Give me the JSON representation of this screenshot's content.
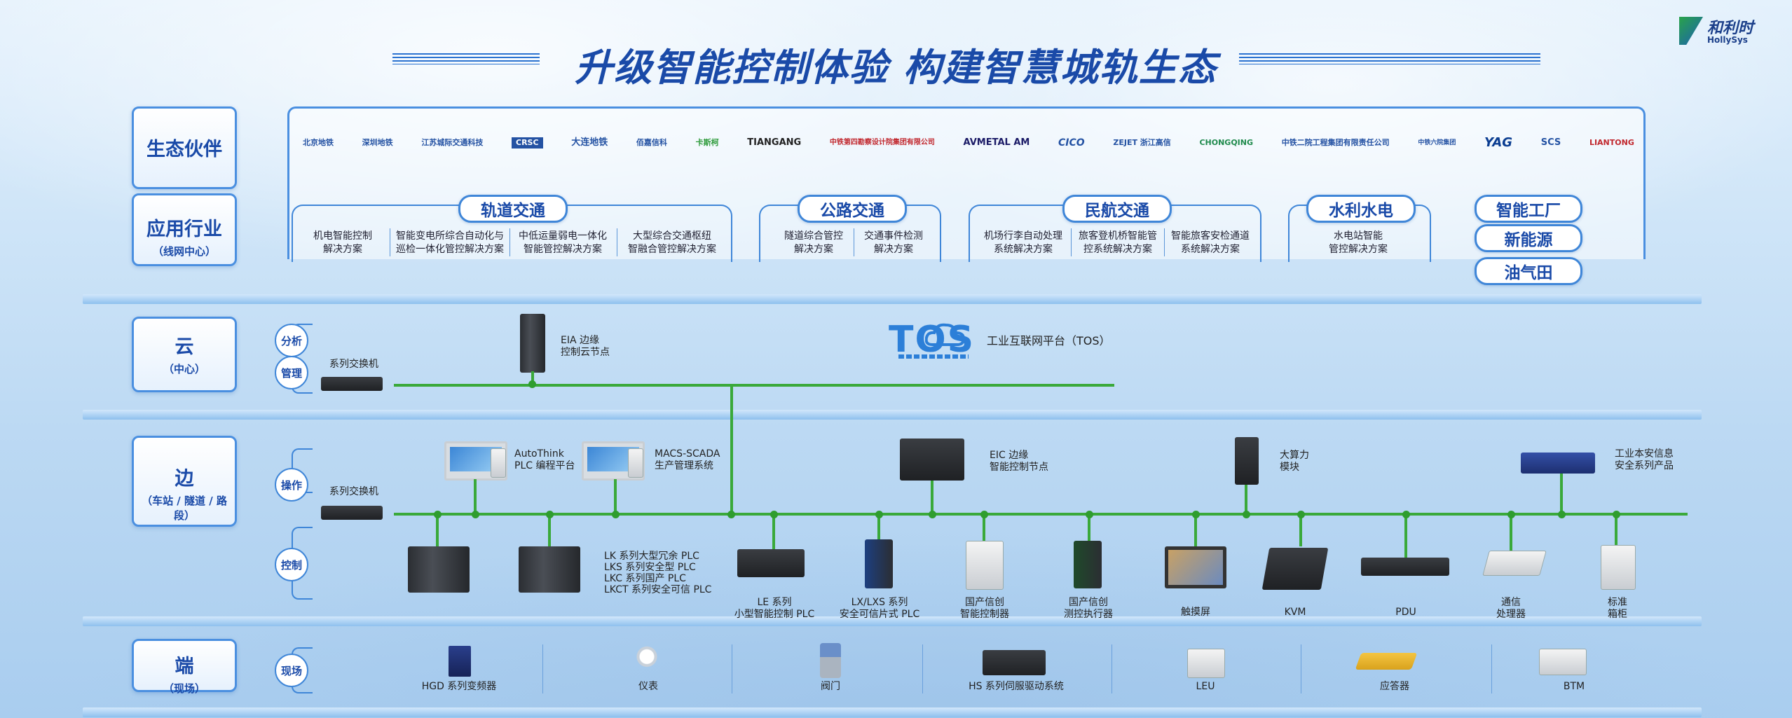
{
  "title": "升级智能控制体验 构建智慧城轨生态",
  "logo": {
    "cn": "和利时",
    "en": "HollySys"
  },
  "layers": {
    "eco": {
      "name": "生态伙伴"
    },
    "industry": {
      "name": "应用行业",
      "sub": "（线网中心）"
    },
    "cloud": {
      "name": "云",
      "sub": "（中心）"
    },
    "edge": {
      "name": "边",
      "sub": "（车站 / 隧道 / 路段）"
    },
    "end": {
      "name": "端",
      "sub": "（现场）"
    }
  },
  "sublabels": {
    "analysis": "分析",
    "manage": "管理",
    "operate": "操作",
    "control": "控制",
    "field": "现场"
  },
  "partners": [
    "北京地铁",
    "深圳地铁",
    "江苏城际交通科技",
    "CRSC",
    "大连地铁",
    "佰嘉信科",
    "卡斯柯",
    "TIANGANG",
    "中铁第四勘察设计院集团有限公司",
    "AVMETAL AM",
    "CICO",
    "ZEJET 浙江高信",
    "CHONGQING",
    "中铁二院工程集团有限责任公司",
    "中铁六院集团",
    "YAG",
    "SCS",
    "LIANTONG"
  ],
  "industries": {
    "rail": {
      "name": "轨道交通",
      "solutions": [
        "机电智能控制\n解决方案",
        "智能变电所综合自动化与\n巡检一体化管控解决方案",
        "中低运量弱电一体化\n智能管控解决方案",
        "大型综合交通枢纽\n智融合管控解决方案"
      ]
    },
    "road": {
      "name": "公路交通",
      "solutions": [
        "隧道综合管控\n解决方案",
        "交通事件检测\n解决方案"
      ]
    },
    "air": {
      "name": "民航交通",
      "solutions": [
        "机场行李自动处理\n系统解决方案",
        "旅客登机桥智能管\n控系统解决方案",
        "智能旅客安检通道\n系统解决方案"
      ]
    },
    "water": {
      "name": "水利水电",
      "solutions": [
        "水电站智能\n管控解决方案"
      ]
    },
    "others": [
      "智能工厂",
      "新能源",
      "油气田"
    ]
  },
  "cloud": {
    "switch": "系列交换机",
    "eia": "EIA 边缘\n控制云节点",
    "tos_logo": "TOS",
    "tos_label": "工业互联网平台（TOS）"
  },
  "edge": {
    "switch": "系列交换机",
    "autothink": "AutoThink\nPLC 编程平台",
    "macs": "MACS-SCADA\n生产管理系统",
    "eic": "EIC 边缘\n智能控制节点",
    "compute": "大算力\n模块",
    "security": "工业本安信息\n安全系列产品",
    "lk": "LK 系列大型冗余 PLC\nLKS 系列安全型 PLC\nLKC 系列国产 PLC\nLKCT 系列安全可信 PLC",
    "devices": [
      {
        "label": "LE 系列\n小型智能控制 PLC"
      },
      {
        "label": "LX/LXS 系列\n安全可信片式 PLC"
      },
      {
        "label": "国产信创\n智能控制器"
      },
      {
        "label": "国产信创\n测控执行器"
      },
      {
        "label": "触摸屏"
      },
      {
        "label": "KVM"
      },
      {
        "label": "PDU"
      },
      {
        "label": "通信\n处理器"
      },
      {
        "label": "标准\n箱柜"
      }
    ]
  },
  "field": [
    "HGD 系列变频器",
    "仪表",
    "阀门",
    "HS 系列伺服驱动系统",
    "LEU",
    "应答器",
    "BTM"
  ]
}
